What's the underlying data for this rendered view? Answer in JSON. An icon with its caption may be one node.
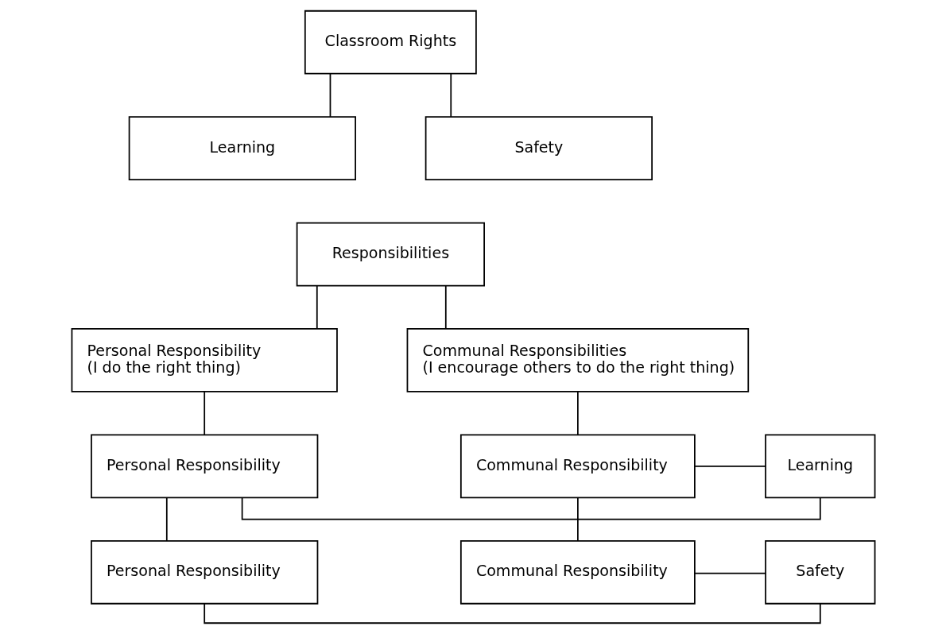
{
  "diagram": {
    "nodes": [
      {
        "text": [
          "Classroom Rights"
        ]
      },
      {
        "text": [
          "Learning"
        ]
      },
      {
        "text": [
          "Safety"
        ]
      },
      {
        "text": [
          "Responsibilities"
        ]
      },
      {
        "text": [
          "Personal Responsibility",
          "(I do the right thing)"
        ]
      },
      {
        "text": [
          "Communal Responsibilities",
          "(I encourage others to do the right thing)"
        ]
      },
      {
        "text": [
          "Personal Responsibility"
        ]
      },
      {
        "text": [
          "Learning"
        ]
      },
      {
        "text": [
          "Communal Responsibility"
        ]
      },
      {
        "text": [
          "Personal Responsibility"
        ]
      },
      {
        "text": [
          "Safety"
        ]
      },
      {
        "text": [
          "Communal Responsibility"
        ]
      }
    ],
    "edges": [
      {
        "from": 0,
        "to": 1,
        "arrow": "none"
      },
      {
        "from": 0,
        "to": 2,
        "arrow": "none"
      },
      {
        "from": 3,
        "to": 4,
        "arrow": "none"
      },
      {
        "from": 3,
        "to": 5,
        "arrow": "none"
      },
      {
        "from": 4,
        "to": 6,
        "arrow": "none"
      },
      {
        "from": 5,
        "to": 8,
        "arrow": "none"
      },
      {
        "from": 6,
        "to": 7,
        "arrow": "none"
      },
      {
        "from": 7,
        "to": 8,
        "arrow": "none"
      },
      {
        "from": 6,
        "to": 9,
        "arrow": "none"
      },
      {
        "from": 8,
        "to": 11,
        "arrow": "none"
      },
      {
        "from": 9,
        "to": 10,
        "arrow": "none"
      },
      {
        "from": 10,
        "to": 11,
        "arrow": "none"
      }
    ]
  }
}
